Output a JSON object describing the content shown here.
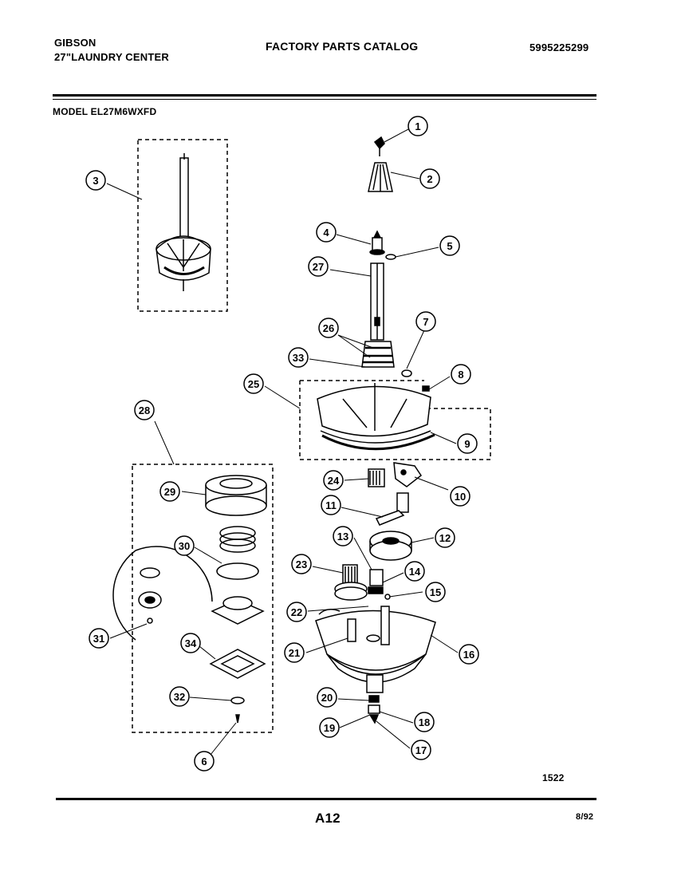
{
  "header": {
    "brand": "GIBSON",
    "product": "27\"LAUNDRY CENTER",
    "catalog_title": "FACTORY PARTS CATALOG",
    "catalog_number": "5995225299",
    "model": "MODEL EL27M6WXFD"
  },
  "footer": {
    "drawing_number": "1522",
    "page_code": "A12",
    "date": "8/92"
  },
  "callouts": [
    "1",
    "2",
    "3",
    "4",
    "5",
    "6",
    "7",
    "8",
    "9",
    "10",
    "11",
    "12",
    "13",
    "14",
    "15",
    "16",
    "17",
    "18",
    "19",
    "20",
    "21",
    "22",
    "23",
    "24",
    "25",
    "26",
    "27",
    "28",
    "29",
    "30",
    "31",
    "32",
    "33",
    "34"
  ]
}
